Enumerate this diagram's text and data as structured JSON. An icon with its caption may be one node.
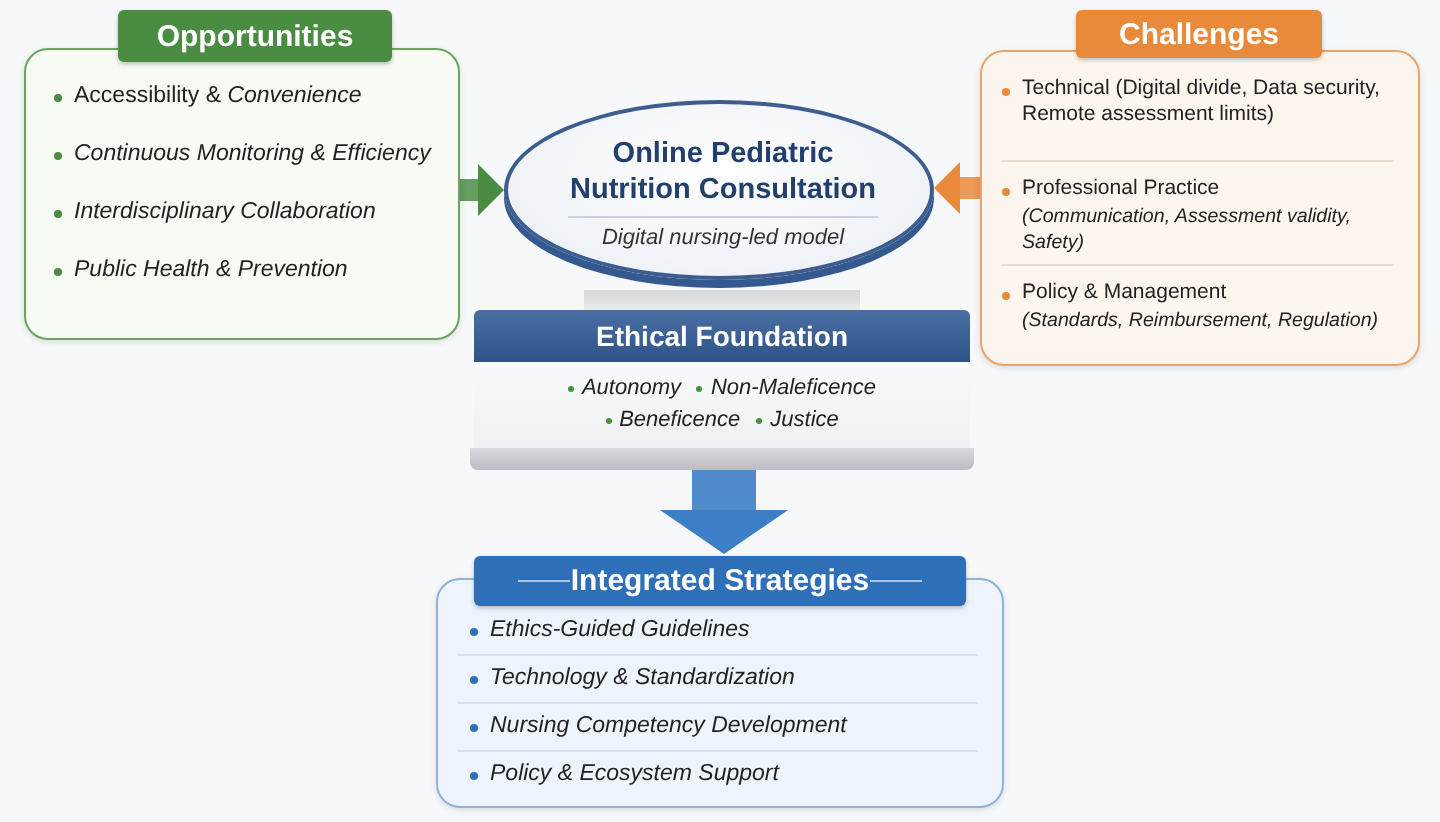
{
  "diagram": {
    "nodes": [
      {
        "text": [
          "Opportunities",
          "Accessibility & *Convenience*",
          "Continuous Monitoring & Efficiency",
          "Interdisciplinary Collaboration",
          "Public Health & Prevention"
        ]
      },
      {
        "text": [
          "Challenges",
          "Technical (Digital divide, Data security, Remote assessment limits)",
          "Professional Practice",
          "(Communication, Assessment validity, Safety)",
          "Policy & Management",
          "(Standards, Reimbursement, Regulation)"
        ]
      },
      {
        "text": [
          "Online Pediatric Nutrition Consultation",
          "Digital nursing-led model"
        ]
      },
      {
        "text": [
          "Ethical Foundation",
          "Autonomy",
          "Non-Maleficence",
          "Beneficence",
          "Justice"
        ]
      },
      {
        "text": [
          "Integrated Strategies",
          "Ethics-Guided Guidelines",
          "Technology & Standardization",
          "Nursing Competency Development",
          "Policy & Ecosystem Support"
        ]
      }
    ],
    "edges": [
      {
        "from": 0,
        "to": 2,
        "arrow": "to",
        "color": "#4b8c43"
      },
      {
        "from": 1,
        "to": 2,
        "arrow": "to",
        "color": "#e9893a"
      },
      {
        "from": 3,
        "to": 4,
        "arrow": "to",
        "style": "thick",
        "color": "#3d7fc6"
      }
    ]
  }
}
